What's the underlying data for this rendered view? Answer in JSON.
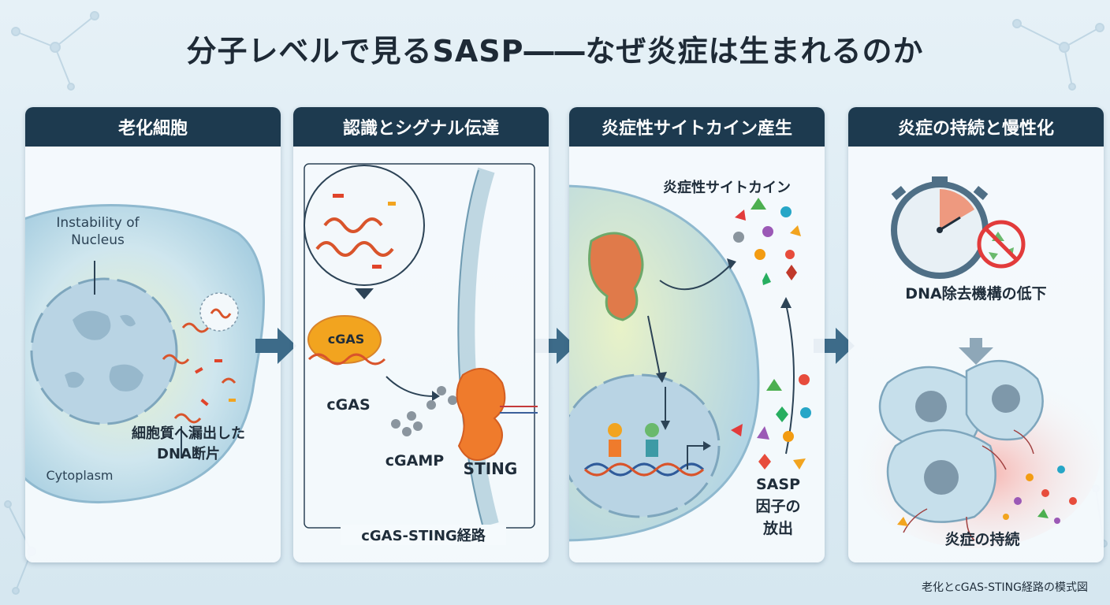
{
  "title": "分子レベルで見るSASP――なぜ炎症は生まれるのか",
  "panels": [
    {
      "heading": "老化細胞",
      "nucleus_label": "Instability of\nNucleus",
      "dna_label": "細胞質へ漏出した\nDNA断片",
      "cytoplasm_label": "Cytoplasm"
    },
    {
      "heading": "認識とシグナル伝達",
      "cgas_badge": "cGAS",
      "cgas_label": "cGAS",
      "cgamp_label": "cGAMP",
      "sting_label": "STING",
      "pathway_label": "cGAS-STING経路"
    },
    {
      "heading": "炎症性サイトカイン産生",
      "cytokine_label": "炎症性サイトカイン",
      "sasp_label": "SASP\n因子の\n放出"
    },
    {
      "heading": "炎症の持続と慢性化",
      "dna_removal_label": "DNA除去機構の低下",
      "persistence_label": "炎症の持続"
    }
  ],
  "caption": "老化とcGAS-STING経路の模式図",
  "colors": {
    "header": "#1d3a4f",
    "arrow": "#3d6b89",
    "cgas": "#f2a41f",
    "sting": "#ef7b2c",
    "inflammation": "#ef6b6b"
  },
  "icons": [
    "stopwatch-icon",
    "recycle-prohibited-icon",
    "arrow-right-icon"
  ]
}
